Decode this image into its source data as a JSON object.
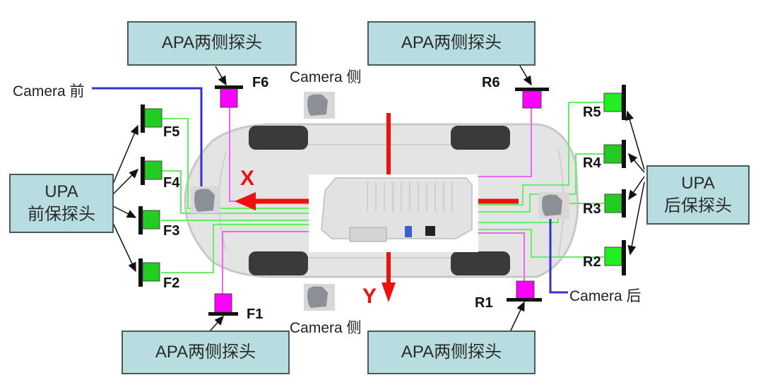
{
  "boxes": {
    "apa_top_left": "APA两侧探头",
    "apa_top_right": "APA两侧探头",
    "apa_bottom_left": "APA两侧探头",
    "apa_bottom_right": "APA两侧探头",
    "upa_front": {
      "line1": "UPA",
      "line2": "前保探头"
    },
    "upa_rear": {
      "line1": "UPA",
      "line2": "后保探头"
    }
  },
  "sensors": {
    "front": [
      "F1",
      "F2",
      "F3",
      "F4",
      "F5",
      "F6"
    ],
    "rear": [
      "R1",
      "R2",
      "R3",
      "R4",
      "R5",
      "R6"
    ]
  },
  "cameras": {
    "front": "Camera 前",
    "side_top": "Camera 侧",
    "side_bottom": "Camera 侧",
    "rear": "Camera 后"
  },
  "axes": {
    "x": "X",
    "y": "Y"
  },
  "colors": {
    "box_fill": "#b7dde0",
    "upa_sensor": "#22cc22",
    "apa_sensor": "#ff00ff",
    "wire_green": "#66ee66",
    "wire_magenta": "#ee66ee",
    "wire_blue": "#3333cc",
    "axis_red": "#ee1111"
  }
}
